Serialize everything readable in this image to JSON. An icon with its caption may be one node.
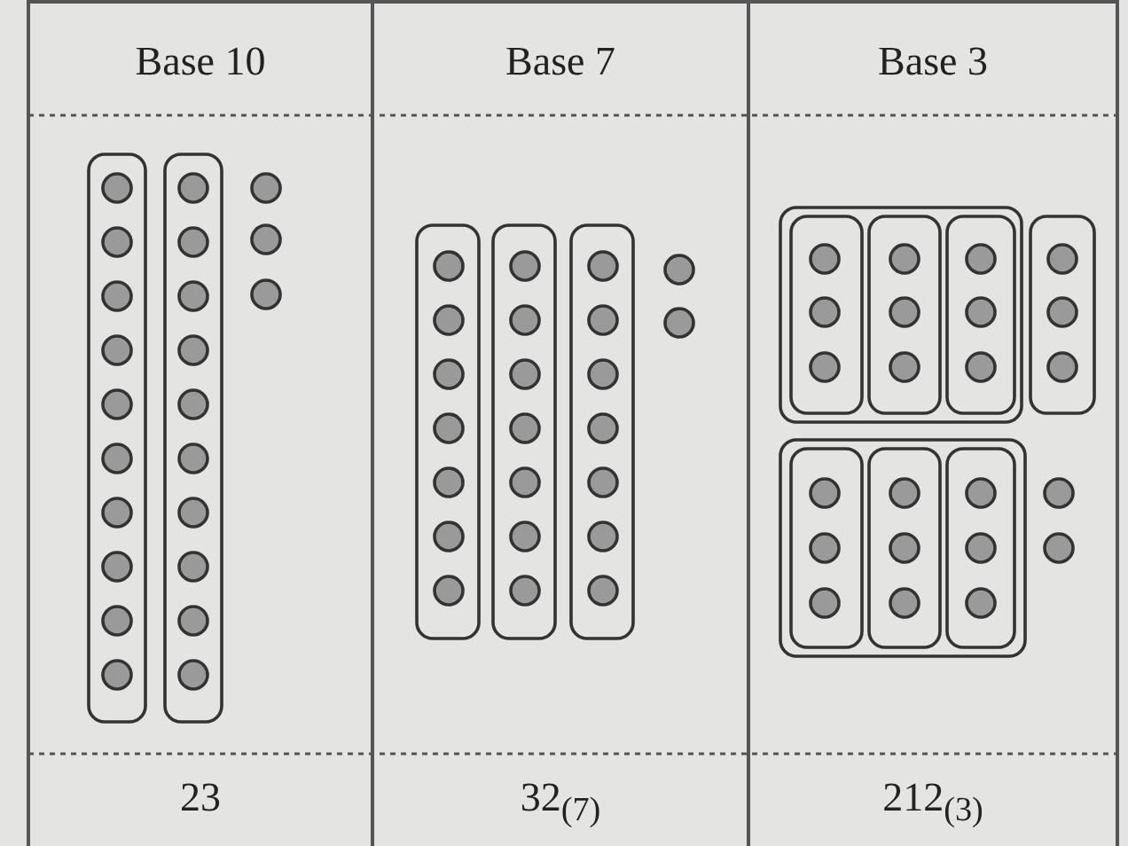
{
  "diagram": {
    "labels": [
      "Base 10",
      "Base 7",
      "Base 3",
      "23",
      "32$_{(7)}$",
      "212$_{(3)}$"
    ]
  }
}
